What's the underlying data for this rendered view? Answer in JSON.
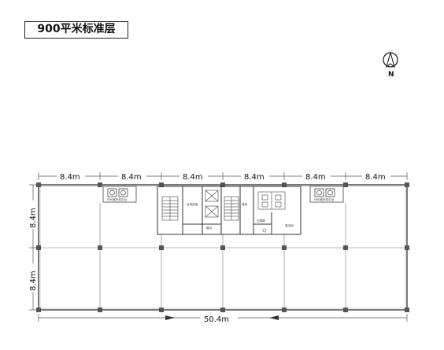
{
  "title": "900平米标准层",
  "compass": {
    "label": "N",
    "icon": "north-arrow-icon"
  },
  "dimensions": {
    "top_bays": [
      "8.4m",
      "8.4m",
      "8.4m",
      "8.4m",
      "8.4m",
      "8.4m"
    ],
    "left_bays": [
      "8.4m",
      "8.4m"
    ],
    "total_width": "50.4m"
  },
  "rooms": {
    "vrv_left": "VRV室外机平台",
    "vrv_right": "VRV室外机平台",
    "corridor": "合用前室",
    "shaft": "管井",
    "electric": "强电",
    "accessible": "无障碍",
    "cleaning": "保洁间"
  },
  "colors": {
    "line": "#555555",
    "column": "#555555",
    "wall": "#333333"
  }
}
